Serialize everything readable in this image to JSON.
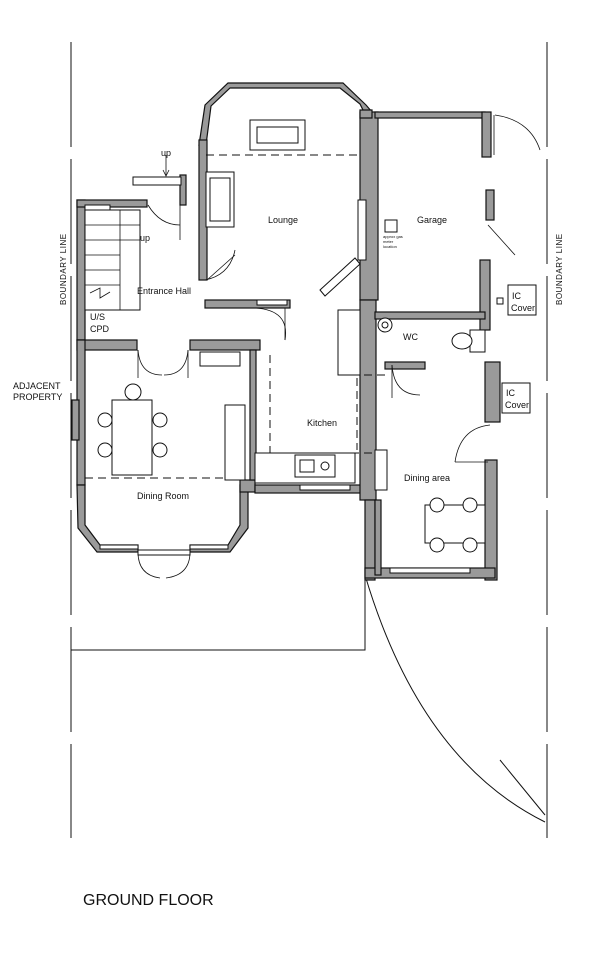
{
  "plan": {
    "title": "GROUND FLOOR",
    "rooms": {
      "lounge": "Lounge",
      "garage": "Garage",
      "entrance_hall": "Entrance Hall",
      "wc": "WC",
      "kitchen": "Kitchen",
      "dining_room": "Dining Room",
      "dining_area": "Dining area"
    },
    "labels": {
      "up_outside": "up",
      "up_stairs": "up",
      "cpd_line1": "U/S",
      "cpd_line2": "CPD",
      "gas_meter_1": "approx gas",
      "gas_meter_2": "meter",
      "gas_meter_3": "location",
      "ic_cover_1_line1": "IC",
      "ic_cover_1_line2": "Cover",
      "ic_cover_2_line1": "IC",
      "ic_cover_2_line2": "Cover",
      "adjacent_line1": "ADJACENT",
      "adjacent_line2": "PROPERTY",
      "boundary_left": "BOUNDARY LINE",
      "boundary_right": "BOUNDARY LINE"
    }
  }
}
